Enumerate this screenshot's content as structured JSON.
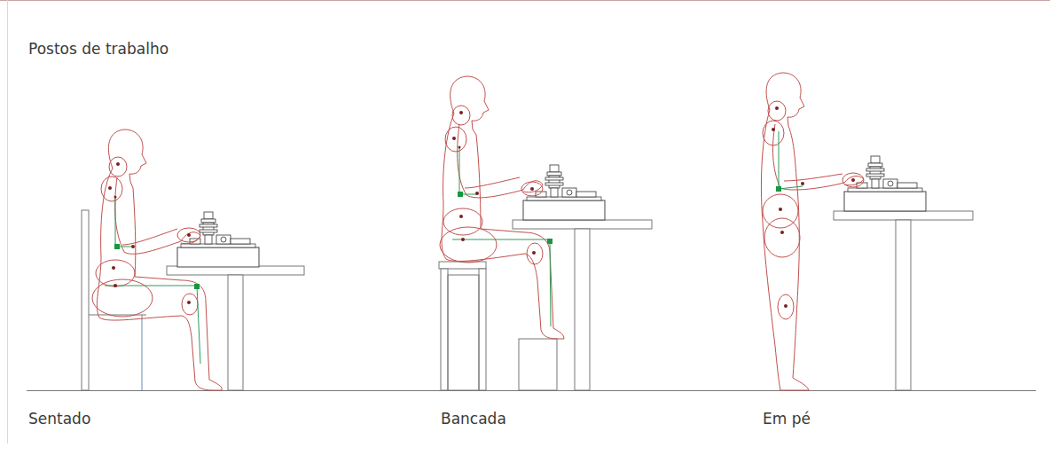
{
  "diagram": {
    "title": "Postos de trabalho",
    "labels": [
      "Sentado",
      "Bancada",
      "Em pé"
    ]
  }
}
